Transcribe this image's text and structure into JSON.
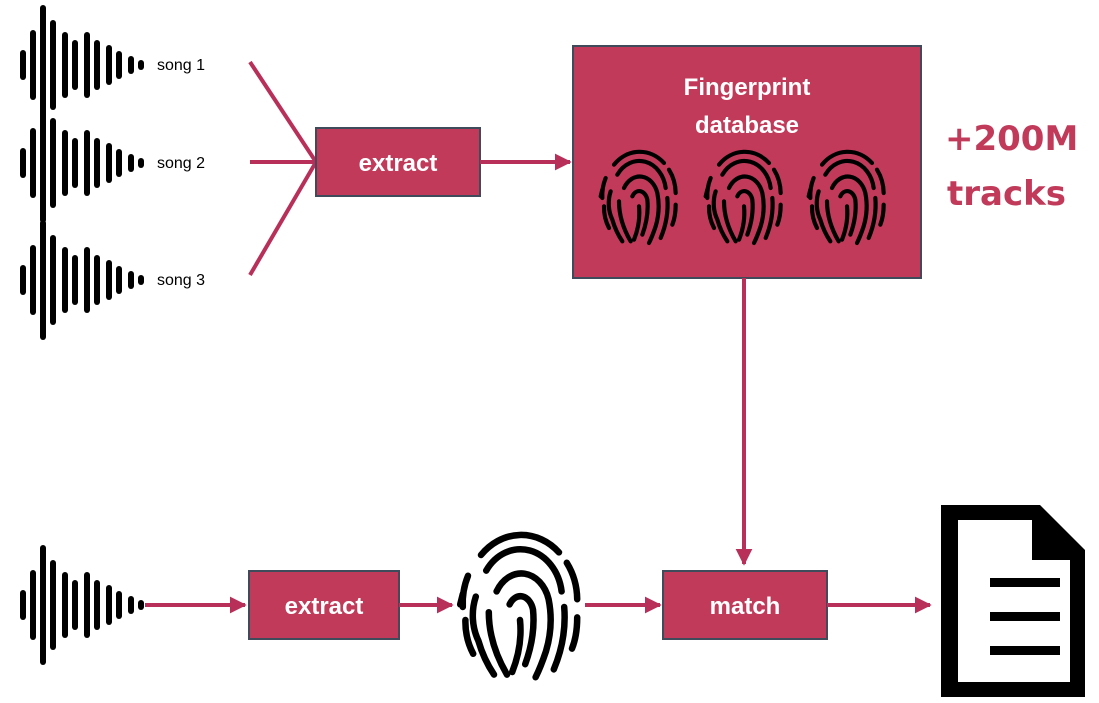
{
  "songs": [
    {
      "label": "song 1"
    },
    {
      "label": "song 2"
    },
    {
      "label": "song 3"
    }
  ],
  "boxes": {
    "extract_top": "extract",
    "database_line1": "Fingerprint",
    "database_line2": "database",
    "extract_bottom": "extract",
    "match": "match"
  },
  "stat": {
    "line1": "+200M",
    "line2": "tracks"
  },
  "icons": [
    "waveform-icon",
    "fingerprint-icon",
    "document-icon"
  ],
  "colors": {
    "box_fill": "#c13a5a",
    "box_border": "#3f4b5b",
    "arrow": "#b8305a",
    "accent_text": "#c13a5a"
  }
}
